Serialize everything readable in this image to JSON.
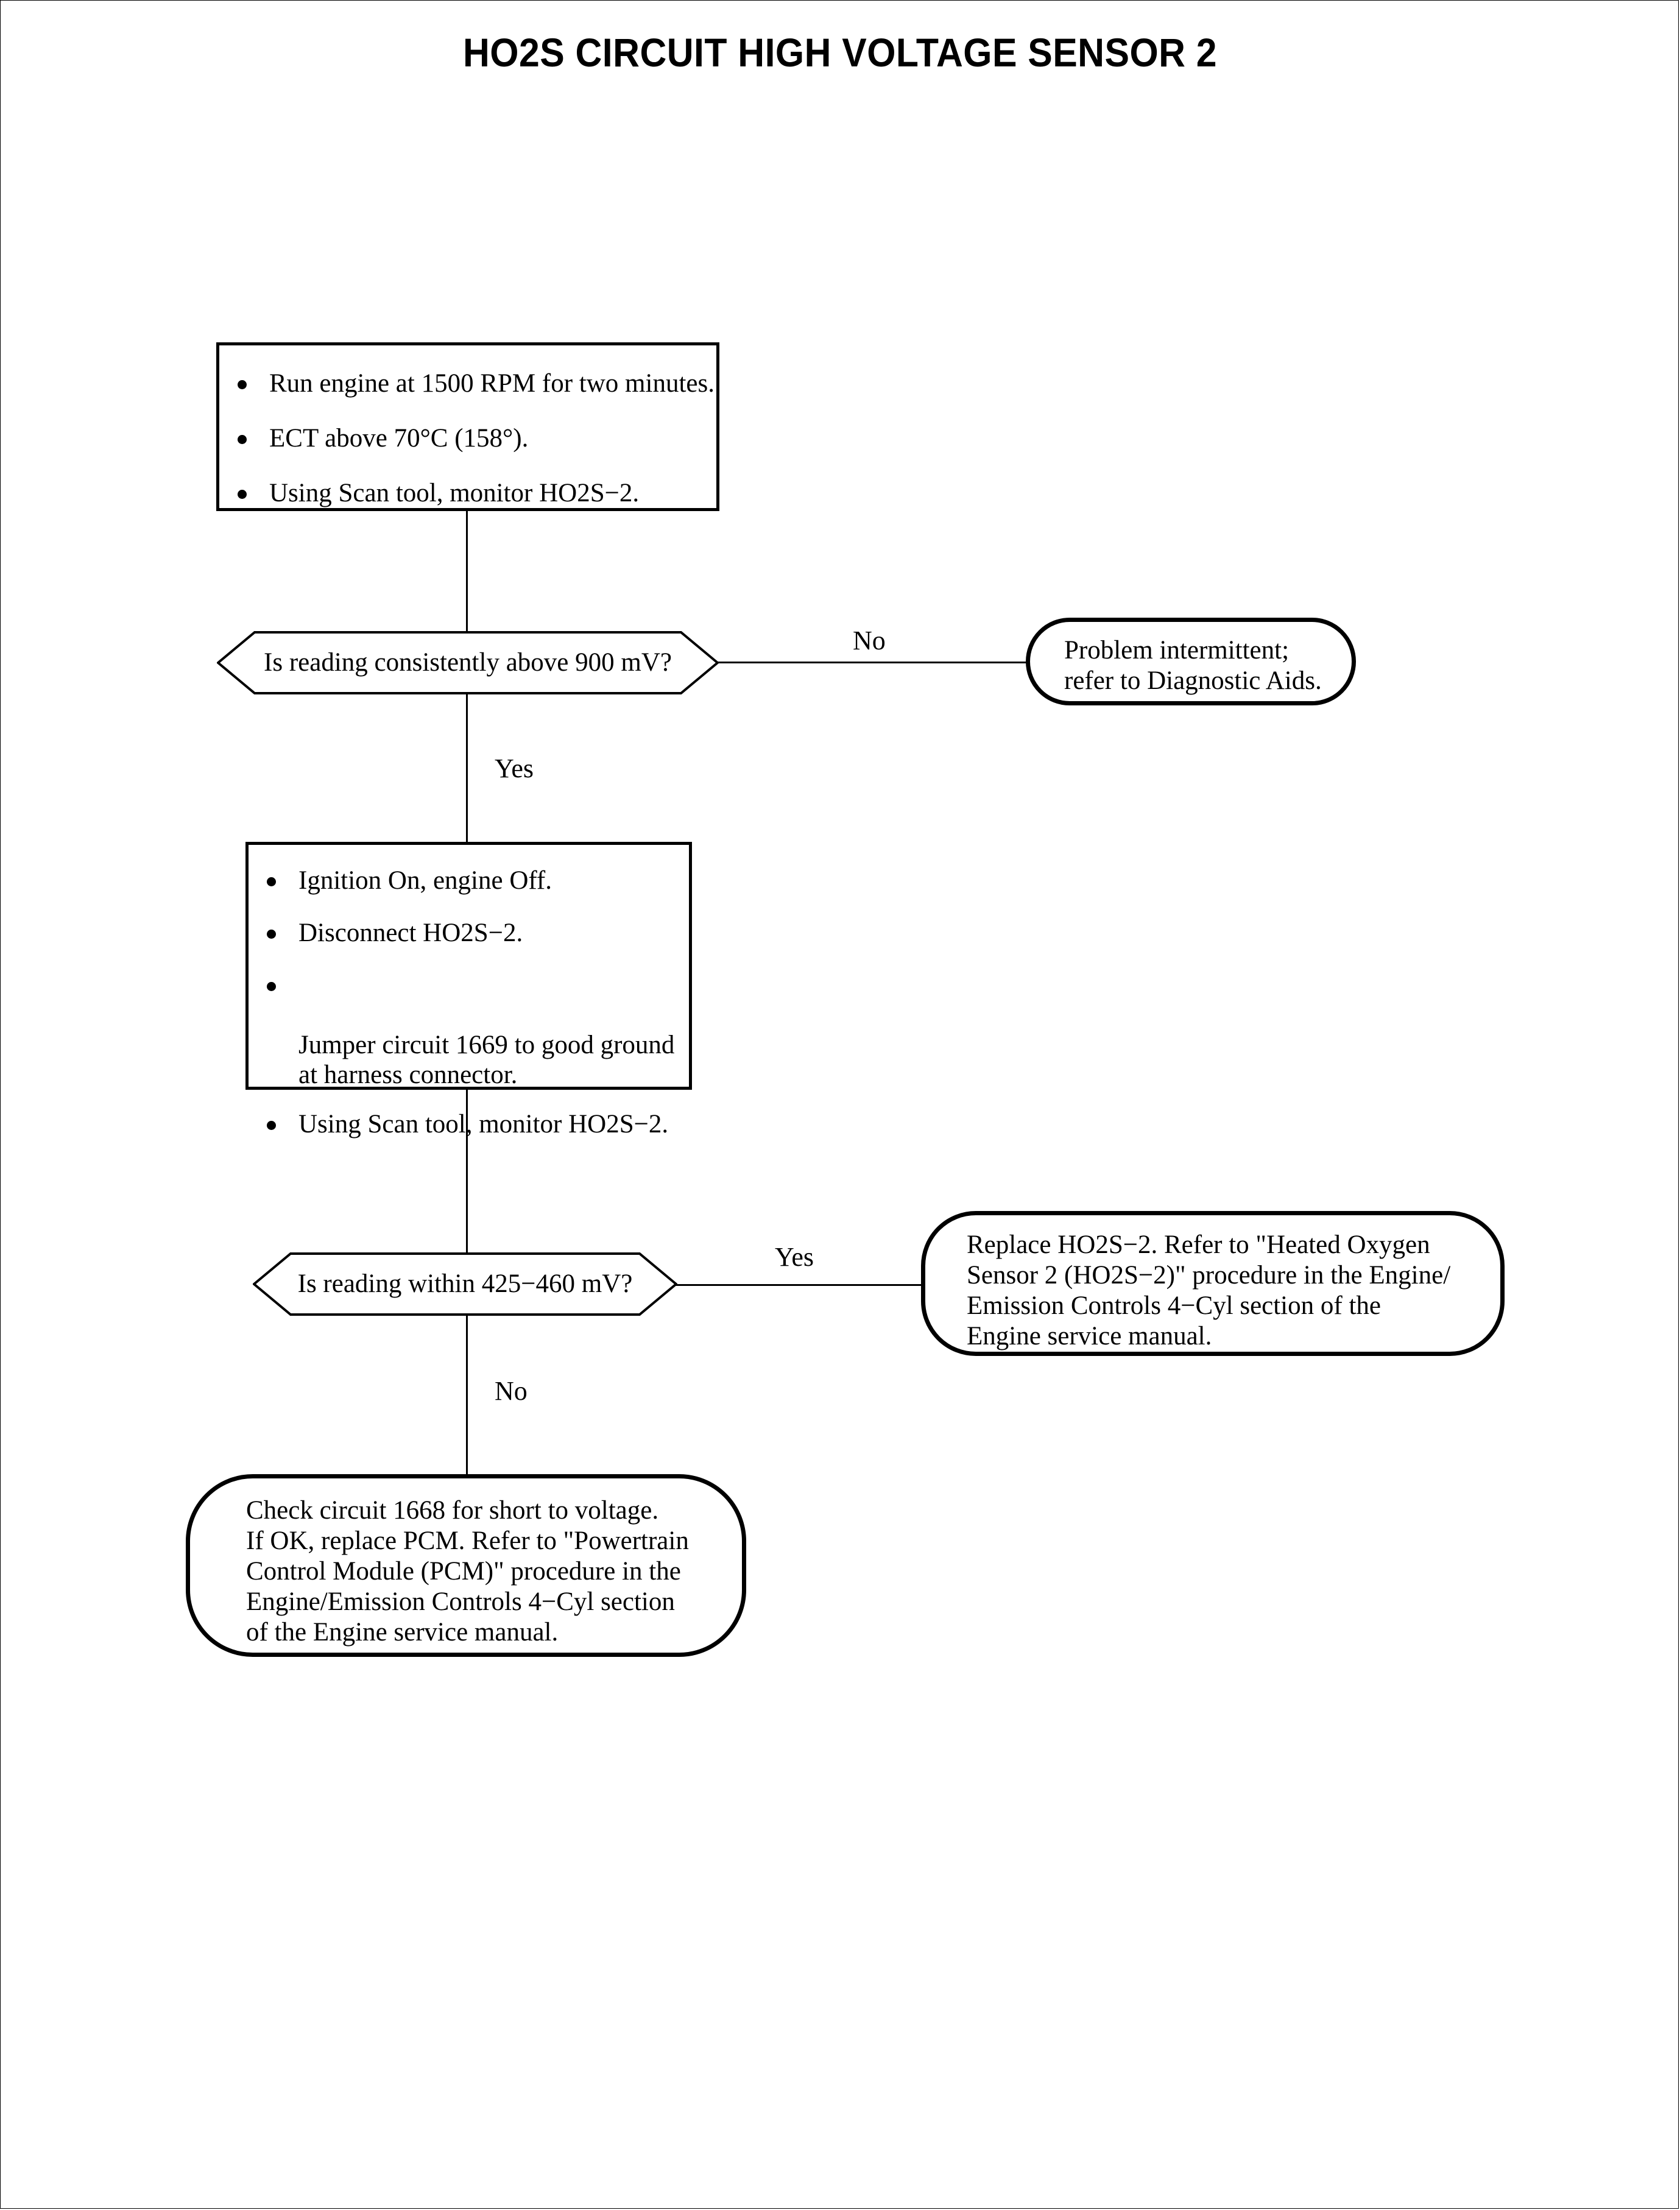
{
  "document": {
    "title": "HO2S CIRCUIT HIGH VOLTAGE SENSOR 2"
  },
  "flowchart": {
    "type": "diagnostic-flowchart",
    "nodes": {
      "step1": {
        "kind": "process",
        "bullets": [
          "Run engine at 1500 RPM for two minutes.",
          "ECT above 70°C (158°).",
          "Using Scan tool, monitor HO2S−2."
        ]
      },
      "decision1": {
        "kind": "decision",
        "text": "Is reading consistently above 900 mV?"
      },
      "terminal1": {
        "kind": "terminal",
        "text": "Problem intermittent;\nrefer to Diagnostic Aids."
      },
      "step2": {
        "kind": "process",
        "bullets": [
          "Ignition On, engine Off.",
          "Disconnect HO2S−2.",
          "Jumper circuit 1669 to good ground\nat harness connector.",
          "Using Scan tool, monitor HO2S−2."
        ]
      },
      "decision2": {
        "kind": "decision",
        "text": "Is reading within 425−460 mV?"
      },
      "terminal2": {
        "kind": "terminal",
        "text": "Replace HO2S−2. Refer to \"Heated Oxygen\nSensor 2 (HO2S−2)\" procedure in the Engine/\nEmission Controls 4−Cyl section of the\nEngine service manual."
      },
      "terminal3": {
        "kind": "terminal",
        "text": "Check circuit 1668 for short to voltage.\nIf OK, replace PCM. Refer to \"Powertrain\nControl Module (PCM)\" procedure in the\nEngine/Emission Controls 4−Cyl section\nof the Engine service manual."
      }
    },
    "edges": {
      "decision1_no": "No",
      "decision1_yes": "Yes",
      "decision2_yes": "Yes",
      "decision2_no": "No"
    }
  },
  "colors": {
    "ink": "#000000",
    "paper": "#ffffff"
  }
}
